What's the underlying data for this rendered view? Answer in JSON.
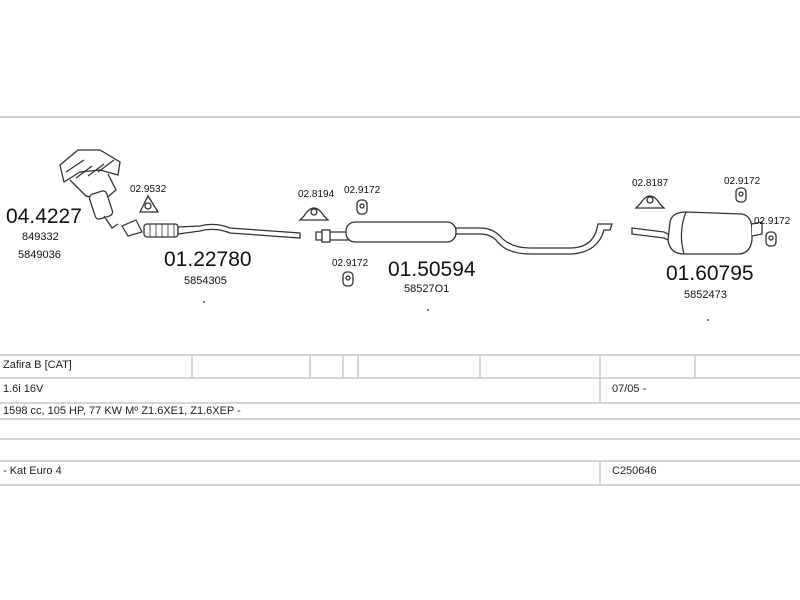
{
  "parts": {
    "manifold": {
      "number": "04.4227",
      "oe1": "849332",
      "oe2": "5849036"
    },
    "front_pipe": {
      "number": "01.22780",
      "oe": "5854305"
    },
    "middle_silencer": {
      "number": "01.50594",
      "oe": "58527O1"
    },
    "rear_silencer": {
      "number": "01.60795",
      "oe": "5852473"
    }
  },
  "fittings": {
    "gasket_front": "02.9532",
    "clamp_mid": "02.8194",
    "rubber_mid_top": "02.9172",
    "rubber_mid_bottom": "02.9172",
    "clamp_rear": "02.8187",
    "rubber_rear_top": "02.9172",
    "rubber_rear_right": "02.9172"
  },
  "table": {
    "model": "Zafira B   [CAT]",
    "engine": "1.6i 16V",
    "period": "07/05 -",
    "spec": "1598 cc, 105 HP, 77 KW Mº Z1.6XE1, Z1.6XEP -",
    "note": "- Kat Euro 4",
    "code": "C250646"
  },
  "colors": {
    "line": "#c8c8c8",
    "part": "#333333"
  }
}
